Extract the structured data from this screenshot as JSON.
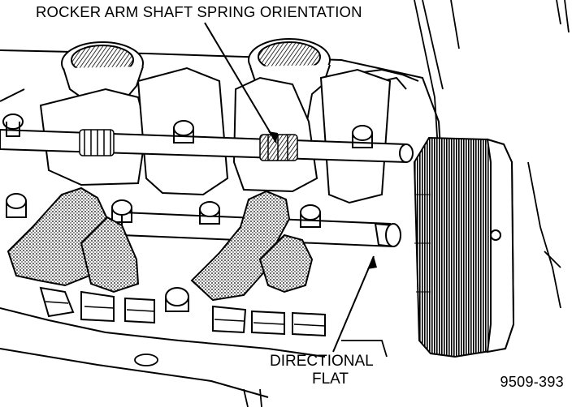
{
  "figure": {
    "callout_spring": "ROCKER ARM SHAFT SPRING ORIENTATION",
    "callout_flat_line1": "DIRECTIONAL",
    "callout_flat_line2": "FLAT",
    "figure_number": "9509-393"
  },
  "colors": {
    "ink": "#000000",
    "paper": "#ffffff",
    "shade": "#6b6b6b"
  }
}
